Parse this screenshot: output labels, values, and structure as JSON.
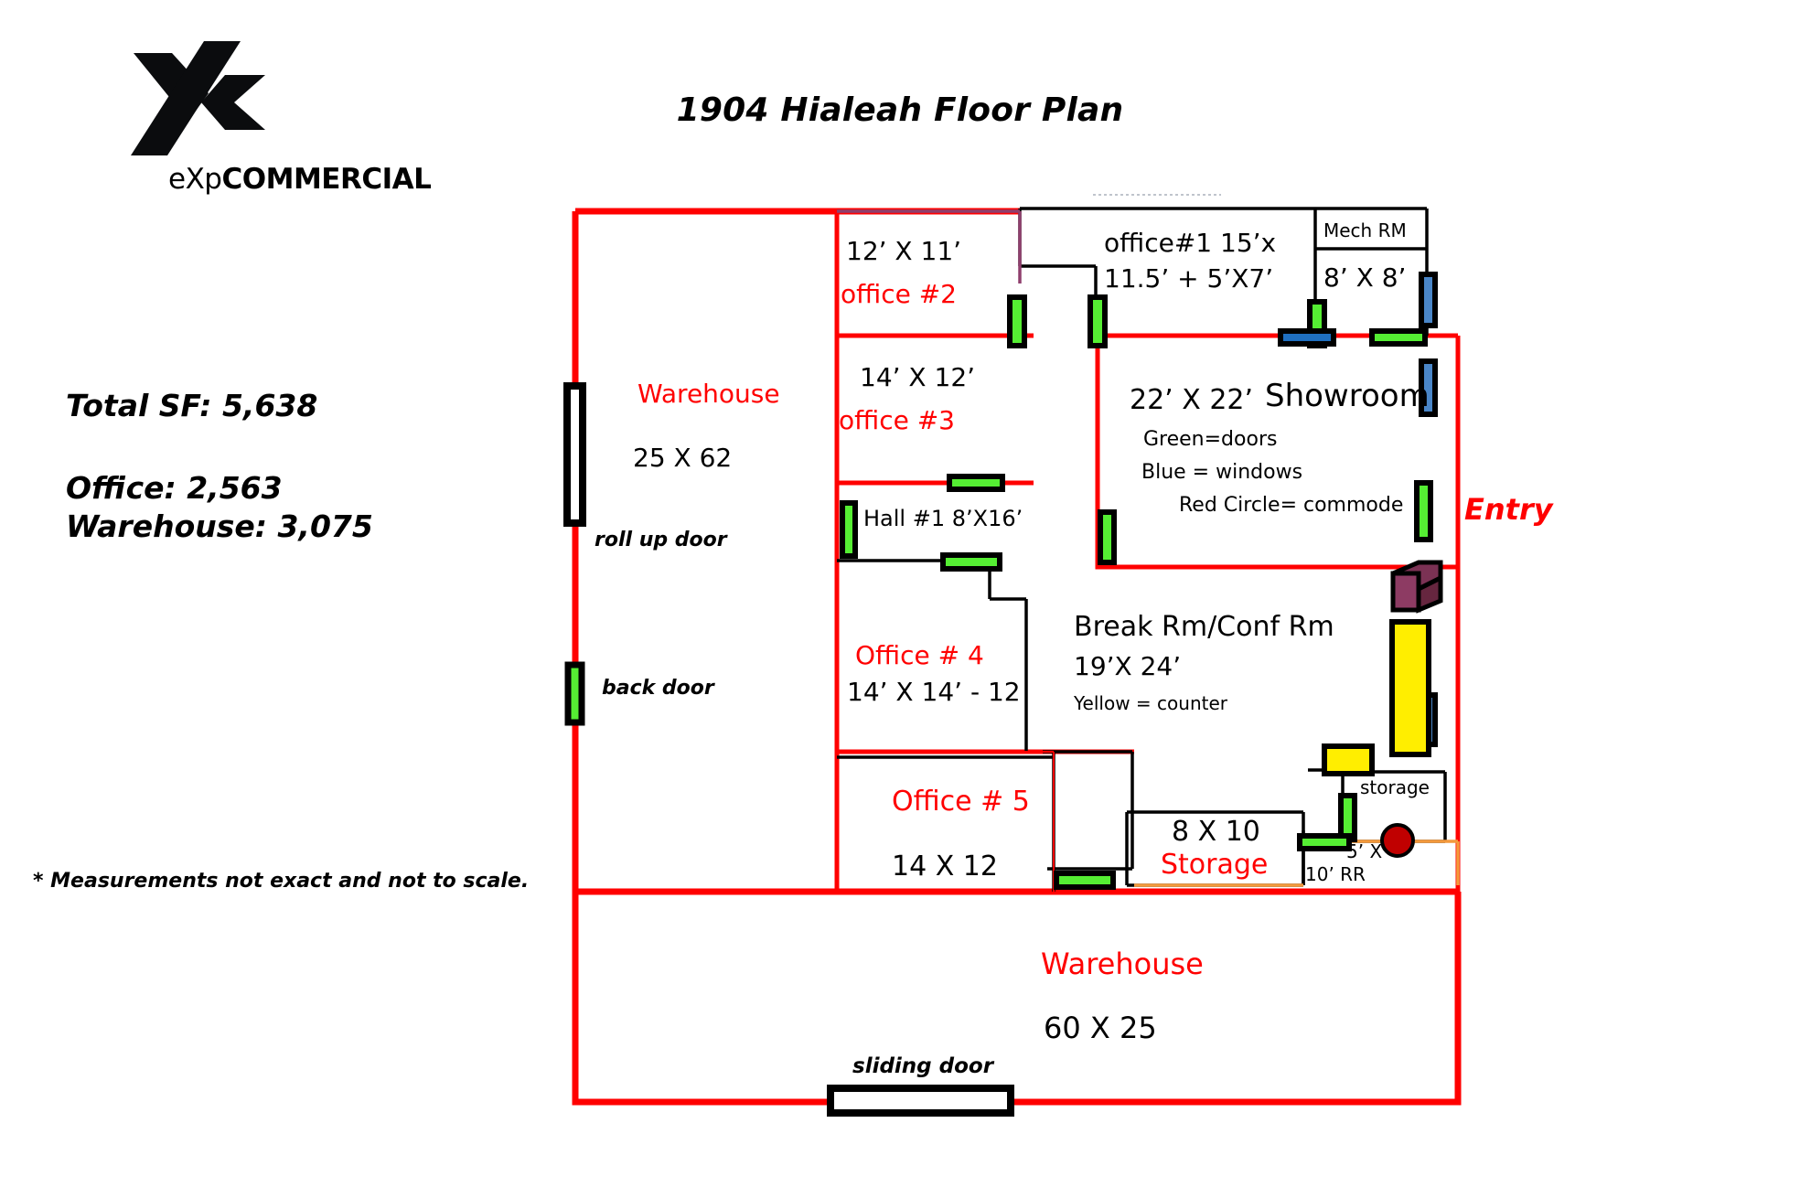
{
  "brand": {
    "logo_icon": "exp-x-logo-icon",
    "word_light": "eXp",
    "word_bold": "COMMERCIAL"
  },
  "title": "1904 Hialeah Floor Plan",
  "stats": {
    "total_sf": "Total SF:  5,638",
    "office_sf": "Office:  2,563",
    "warehouse_sf": "Warehouse:  3,075"
  },
  "footnote": "*  Measurements not exact and not to scale.",
  "legend": {
    "green": "Green=doors",
    "blue": "Blue = windows",
    "red_circle": "Red Circle= commode",
    "yellow": "Yellow = counter"
  },
  "colors": {
    "wall_red": "#ff0000",
    "wall_black": "#000000",
    "wall_purple": "#8f3f6d",
    "wall_orange": "#f4993c",
    "door_green": "#55ee33",
    "window_blue": "#4a86c8",
    "counter_yellow": "#ffee00",
    "commode_red": "#c00000",
    "box_purple": "#8d3b63",
    "text_red": "#ff0000"
  },
  "rooms": [
    {
      "name": "warehouse-upper",
      "label": "Warehouse",
      "dims": "25 X 62"
    },
    {
      "name": "office-2",
      "label": "office  #2",
      "dims": "12’ X 11’"
    },
    {
      "name": "office-3",
      "label": "office #3",
      "dims": "14’  X 12’"
    },
    {
      "name": "office-1",
      "label": "office#1",
      "dims": "15’x 11.5’ + 5’X7’"
    },
    {
      "name": "mech-room",
      "label": "Mech RM",
      "dims": "8’ X 8’"
    },
    {
      "name": "showroom",
      "label": "Showroom",
      "dims": "22’ X 22’"
    },
    {
      "name": "hall-1",
      "label": "Hall #1",
      "dims": "8’X16’"
    },
    {
      "name": "office-4",
      "label": "Office # 4",
      "dims": "14’ X 14’ - 12"
    },
    {
      "name": "break-conf-room",
      "label": "Break Rm/Conf Rm",
      "dims": "19’X 24’"
    },
    {
      "name": "office-5",
      "label": "Office # 5",
      "dims": "14 X 12"
    },
    {
      "name": "storage-big",
      "label": "Storage",
      "dims": "8 X 10"
    },
    {
      "name": "storage-small",
      "label": "storage",
      "dims": ""
    },
    {
      "name": "restroom",
      "label": "RR",
      "dims": "5’ X 10’"
    },
    {
      "name": "warehouse-lower",
      "label": "Warehouse",
      "dims": "60 X 25"
    }
  ],
  "plan_labels": {
    "warehouse_upper_name": "Warehouse",
    "warehouse_upper_dims": "25 X 62",
    "roll_up_door": "roll up door",
    "back_door": "back door",
    "office2_dims": "12’ X 11’",
    "office2_name": "office  #2",
    "office3_dims": "14’  X 12’",
    "office3_name": "office #3",
    "office1_name": "office#1",
    "office1_dims_line1": "15’x",
    "office1_dims_line2": "11.5’ + 5’X7’",
    "mech_rm": "Mech RM",
    "mech_rm_dims": "8’ X 8’",
    "showroom_dims": "22’ X 22’",
    "showroom_name": "Showroom",
    "entry": "Entry",
    "hall1": "Hall #1 8’X16’",
    "office4_name": "Office # 4",
    "office4_dims_a": "14’ X 14’ - ",
    "office4_dims_b": "12",
    "break_rm_name": "Break Rm/Conf Rm",
    "break_rm_dims": "19’X 24’",
    "office5_name": "Office # 5",
    "office5_dims": "14 X 12",
    "storage_big_dims": "8 X 10",
    "storage_big_name": "Storage",
    "storage_small": "storage",
    "rr_dims_a": "5’ X",
    "rr_dims_b": "10’ RR",
    "warehouse_lower_name": "Warehouse",
    "warehouse_lower_dims": "60 X 25",
    "sliding_door": "sliding door"
  }
}
